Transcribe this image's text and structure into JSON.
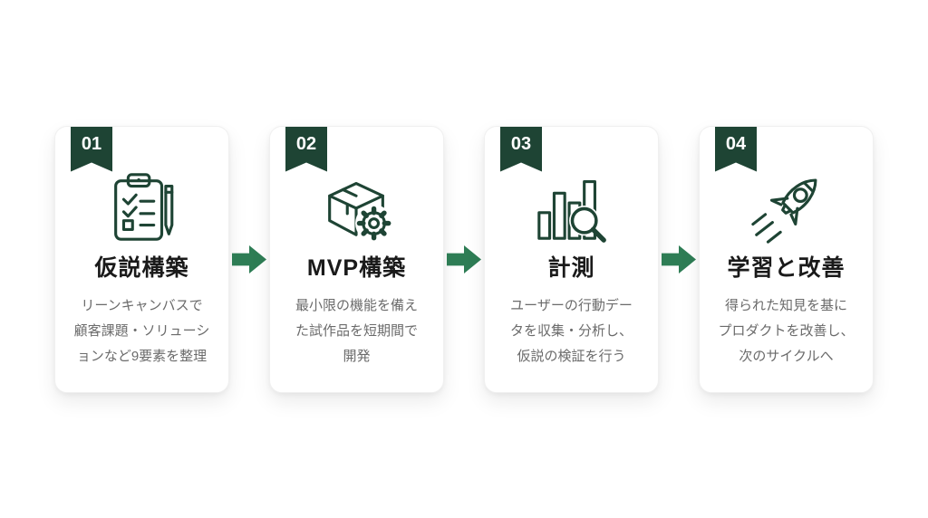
{
  "diagram": {
    "type": "process-flow",
    "language": "ja",
    "step_count": 4,
    "arrow_direction": "right"
  },
  "colors": {
    "background": "#ffffff",
    "card_background": "#ffffff",
    "ribbon": "#1e4434",
    "icon": "#1e4434",
    "arrow": "#2e7d55",
    "title": "#1a1a1a",
    "description": "#6b6b6b",
    "ribbon_text": "#ffffff"
  },
  "steps": [
    {
      "number": "01",
      "icon": "clipboard-checklist-icon",
      "title": "仮説構築",
      "description": "リーンキャンバスで\n顧客課題・ソリューシ\nョンなど9要素を整理"
    },
    {
      "number": "02",
      "icon": "package-gear-icon",
      "title": "MVP構築",
      "description": "最小限の機能を備え\nた試作品を短期間で\n開発"
    },
    {
      "number": "03",
      "icon": "chart-magnifier-icon",
      "title": "計測",
      "description": "ユーザーの行動デー\nタを収集・分析し、\n仮説の検証を行う"
    },
    {
      "number": "04",
      "icon": "rocket-icon",
      "title": "学習と改善",
      "description": "得られた知見を基に\nプロダクトを改善し、\n次のサイクルへ"
    }
  ]
}
